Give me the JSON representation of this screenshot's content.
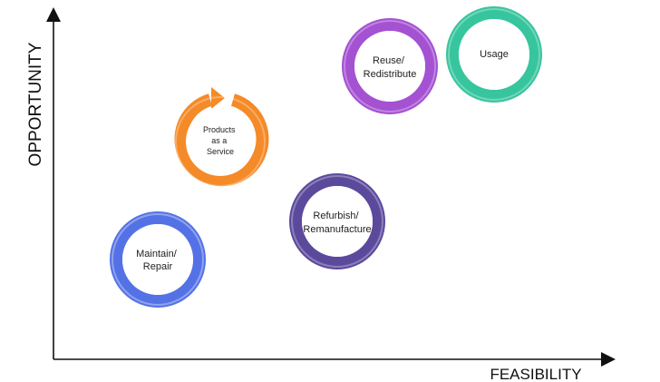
{
  "axes": {
    "y_label": "OPPORTUNITY",
    "x_label": "FEASIBILITY"
  },
  "nodes": [
    {
      "id": "maintain-repair",
      "lines": [
        "Maintain/",
        "Repair"
      ],
      "color": "#5472e6"
    },
    {
      "id": "products-as-a-service",
      "lines": [
        "Products",
        "as a",
        "Service"
      ],
      "color": "#f58a28"
    },
    {
      "id": "refurbish-remanufacture",
      "lines": [
        "Refurbish/",
        "Remanufacture"
      ],
      "color": "#5b4a9c"
    },
    {
      "id": "reuse-redistribute",
      "lines": [
        "Reuse/",
        "Redistribute"
      ],
      "color": "#a451d2"
    },
    {
      "id": "usage",
      "lines": [
        "Usage"
      ],
      "color": "#37c59e"
    }
  ]
}
